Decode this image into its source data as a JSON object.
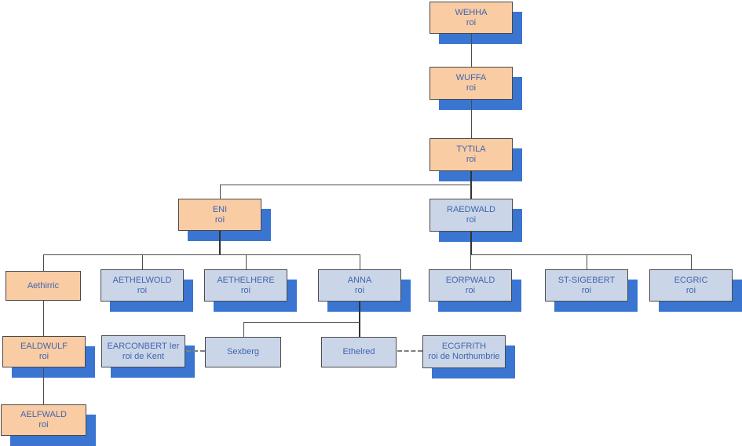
{
  "colors": {
    "orange_fill": "#F9CCA4",
    "blue_fill": "#CAD6E8",
    "shadow": "#3A75D2",
    "border": "#4A4A4A",
    "line": "#4C4C4C",
    "dash": "#7F7F7F",
    "text": "#4164AE"
  },
  "nodes": {
    "wehha": {
      "name": "WEHHA",
      "title": "roi"
    },
    "wuffa": {
      "name": "WUFFA",
      "title": "roi"
    },
    "tytila": {
      "name": "TYTILA",
      "title": "roi"
    },
    "raedwald": {
      "name": "RAEDWALD",
      "title": "roi"
    },
    "eni": {
      "name": "ENI",
      "title": "roi"
    },
    "aethirric": {
      "name": "Aethirric"
    },
    "aethelwold": {
      "name": "AETHELWOLD",
      "title": "roi"
    },
    "aethelhere": {
      "name": "AETHELHERE",
      "title": "roi"
    },
    "anna": {
      "name": "ANNA",
      "title": "roi"
    },
    "eorpwald": {
      "name": "EORPWALD",
      "title": "roi"
    },
    "stsigebert": {
      "name": "ST-SIGEBERT",
      "title": "roi"
    },
    "ecgric": {
      "name": "ECGRIC",
      "title": "roi"
    },
    "ealdwulf": {
      "name": "EALDWULF",
      "title": "roi"
    },
    "earconbert": {
      "name": "EARCONBERT Ier",
      "title": "roi de Kent"
    },
    "sexberg": {
      "name": "Sexberg"
    },
    "ethelred": {
      "name": "Ethelred"
    },
    "ecgfrith": {
      "name": "ECGFRITH",
      "title": "roi de Northumbrie"
    },
    "aelfwald": {
      "name": "AELFWALD",
      "title": "roi"
    }
  }
}
